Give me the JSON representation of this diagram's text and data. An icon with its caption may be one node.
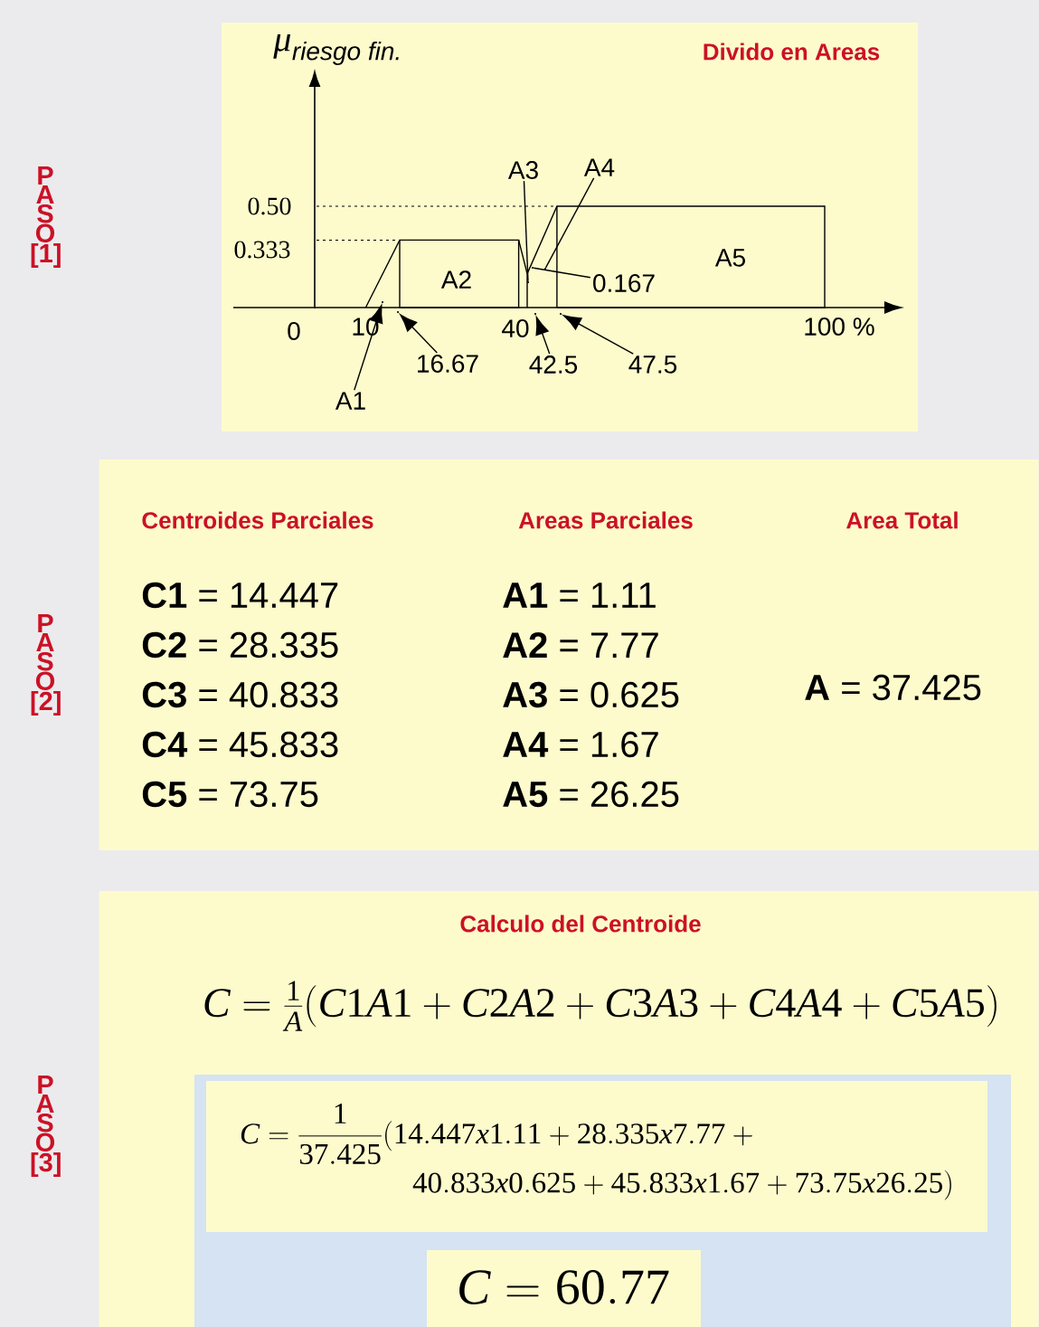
{
  "diagram": {
    "nodes": [
      {
        "text": [
          "Divido en Areas"
        ]
      },
      {
        "text": [
          "A3"
        ],
        "in": 0
      },
      {
        "text": [
          "A4"
        ],
        "in": 0
      },
      {
        "text": [
          "0.167"
        ],
        "in": 0
      },
      {
        "text": [
          "16.67"
        ],
        "in": 0
      },
      {
        "text": [
          "42.5"
        ],
        "in": 0
      },
      {
        "text": [
          "47.5"
        ],
        "in": 0
      },
      {
        "text": [
          "A1"
        ],
        "in": 0
      },
      {
        "text": [
          "Centroides Parciales",
          "Areas Parciales",
          "Area Total",
          "**C1** = 14.447",
          "**C2** = 28.335",
          "**C3** = 40.833",
          "**C4** = 45.833",
          "**C5** = 73.75",
          "**A1** = 1.11",
          "**A2** = 7.77",
          "**A3** = 0.625",
          "**A4** = 1.67",
          "**A5** = 26.25",
          "**A** = 37.425"
        ]
      },
      {
        "text": [
          "Calculo del Centroide"
        ]
      },
      {
        "text": [],
        "shape": "point",
        "in": 0
      },
      {
        "text": [],
        "shape": "point",
        "in": 0
      },
      {
        "text": [],
        "shape": "point",
        "in": 0
      },
      {
        "text": [],
        "shape": "point",
        "in": 0
      },
      {
        "text": [],
        "shape": "point",
        "in": 0
      },
      {
        "text": [],
        "shape": "point",
        "in": 0
      },
      {
        "text": [],
        "shape": "point",
        "in": 0
      }
    ],
    "edges": [
      {
        "from": 1,
        "to": 12,
        "arrow": "none"
      },
      {
        "from": 2,
        "to": 15,
        "arrow": "none"
      },
      {
        "from": 3,
        "to": 13,
        "arrow": "none"
      },
      {
        "from": 4,
        "to": 11,
        "arrow": "to"
      },
      {
        "from": 5,
        "to": 14,
        "arrow": "to"
      },
      {
        "from": 6,
        "to": 16,
        "arrow": "to"
      },
      {
        "from": 7,
        "to": 10,
        "arrow": "to"
      }
    ],
    "labels": [
      "P A S O [1]",
      "\\mu_{\\text{\\itshape riesgo fin.}}",
      "0.50",
      "0.333",
      "0",
      "10",
      "40",
      "100 %",
      "A2",
      "A5",
      "P A S O [2]",
      "P A S O [3]",
      "C=\\frac{1}{A}(C1A1+C2A2+C3A3+C4A4+C5A5)",
      "\\begin{aligned}C=\\frac{1}{37.425}&(14.447x1.11+28.335x7.77+{}\\\\&\\quad 40.833x0.625+45.833x1.67+73.75x26.25)\\end{aligned}",
      "C=60.77"
    ]
  }
}
